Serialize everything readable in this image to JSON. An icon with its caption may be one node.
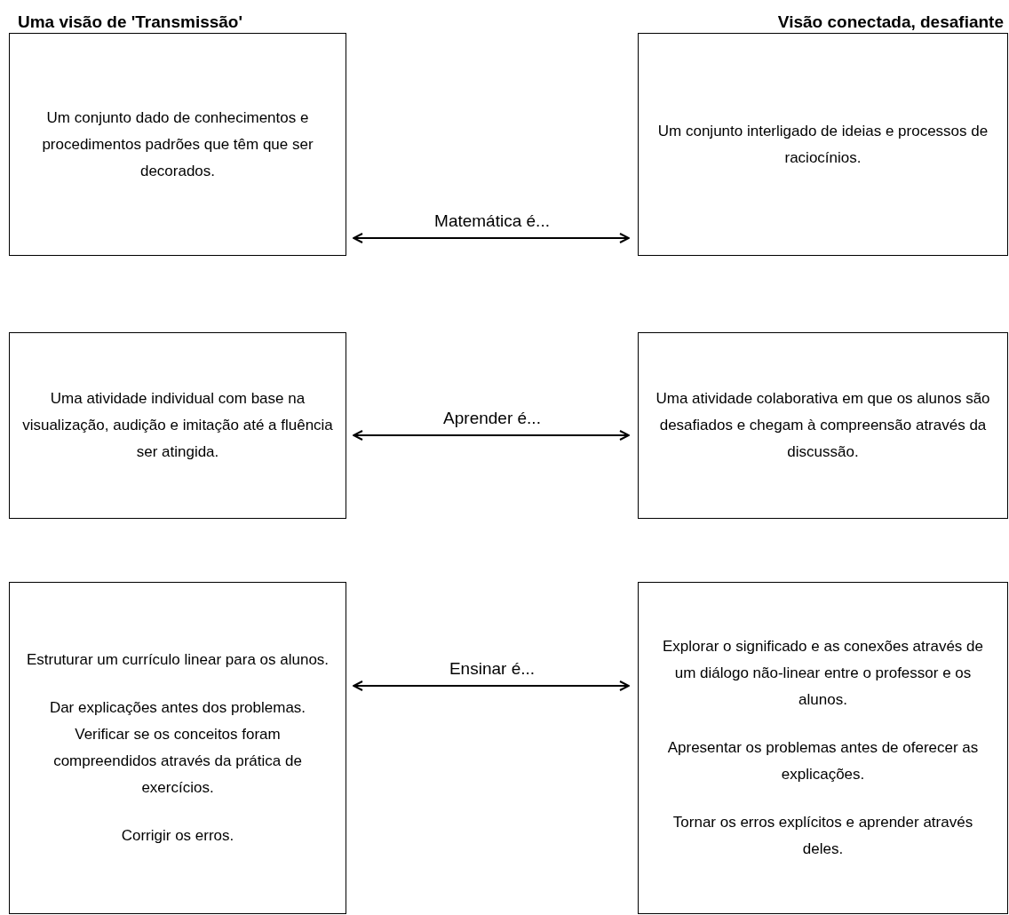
{
  "diagram": {
    "nodes": [
      {
        "text": [
          "Um conjunto dado de conhecimentos e procedimentos padrões que têm que ser decorados."
        ]
      },
      {
        "text": [
          "Um conjunto interligado de ideias e processos de raciocínios."
        ]
      },
      {
        "text": [
          "Uma atividade individual com base na visualização, audição e imitação até a fluência ser atingida."
        ]
      },
      {
        "text": [
          "Uma atividade colaborativa em que os alunos são desafiados e chegam à compreensão através da discussão."
        ]
      },
      {
        "text": [
          "Estruturar um currículo linear para os alunos.",
          "Dar explicações antes dos problemas. Verificar se os conceitos foram compreendidos através da prática de exercícios.",
          "Corrigir os erros."
        ]
      },
      {
        "text": [
          "Explorar o significado e as conexões através de um diálogo não-linear entre o professor e os alunos.",
          "Apresentar os problemas antes de oferecer as explicações.",
          "Tornar os erros explícitos e aprender através deles."
        ]
      }
    ],
    "edges": [
      {
        "from": 0,
        "to": 1,
        "arrow": "both",
        "label": "Matemática é..."
      },
      {
        "from": 2,
        "to": 3,
        "arrow": "both",
        "label": "Aprender é..."
      },
      {
        "from": 4,
        "to": 5,
        "arrow": "both",
        "label": "Ensinar é..."
      }
    ],
    "labels": [
      "Uma visão de 'Transmissão'",
      "Visão conectada, desafiante"
    ]
  }
}
